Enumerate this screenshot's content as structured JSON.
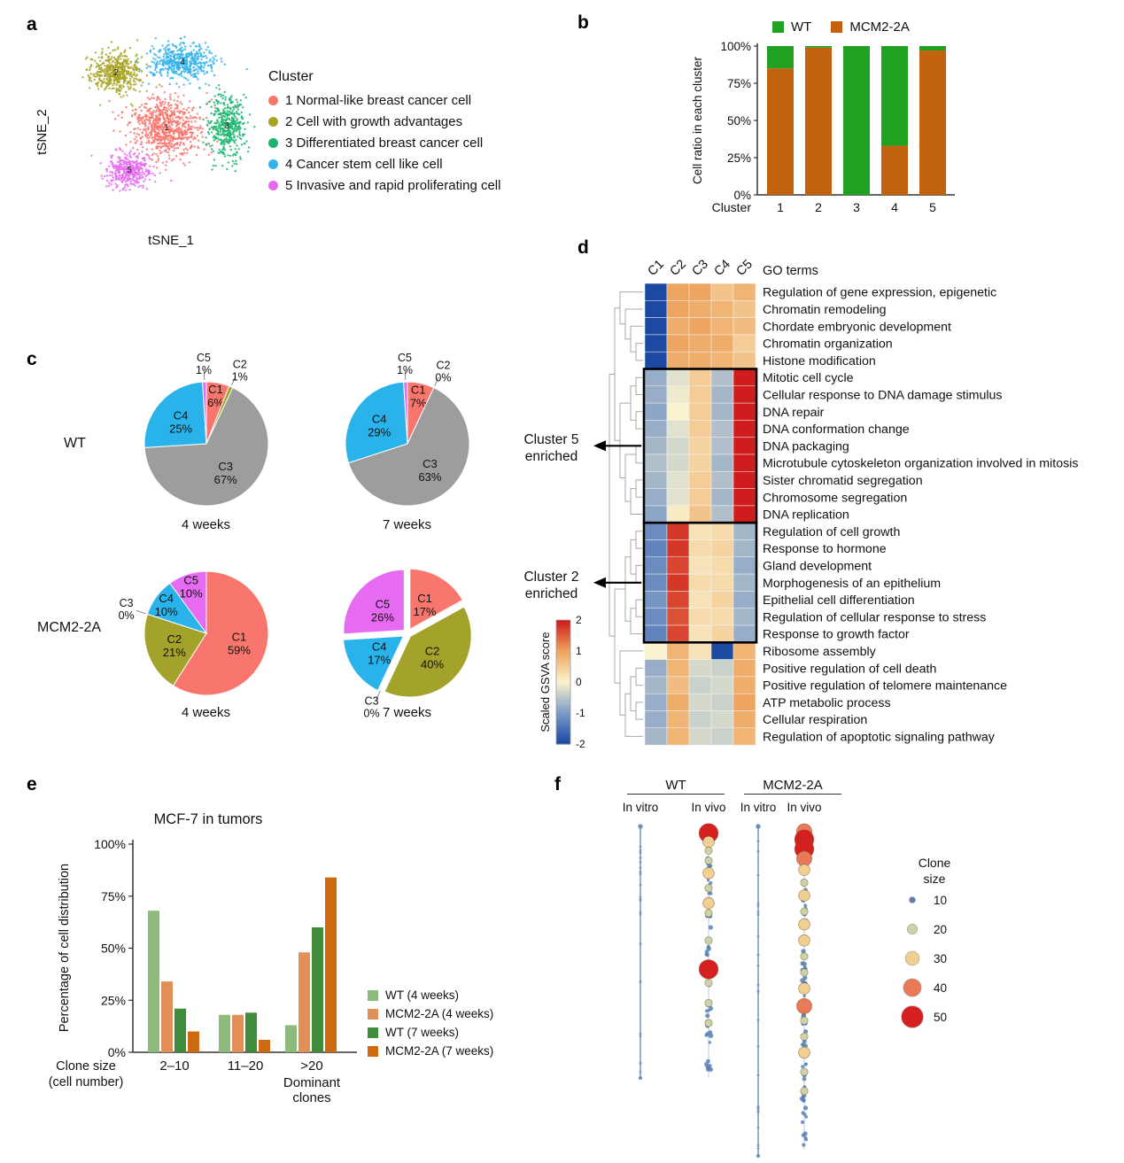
{
  "panels": {
    "a": {
      "label": "a",
      "xlabel": "tSNE_1",
      "ylabel": "tSNE_2",
      "legend_title": "Cluster"
    },
    "b": {
      "label": "b",
      "ylabel": "Cell ratio in each cluster",
      "xlabel": "Cluster"
    },
    "c": {
      "label": "c",
      "row1_label": "WT",
      "row2_label": "MCM2-2A"
    },
    "d": {
      "label": "d",
      "col_header": "GO terms",
      "annotation1": "Cluster 5\nenriched",
      "annotation2": "Cluster 2\nenriched",
      "colorbar_title": "Scaled  GSVA score"
    },
    "e": {
      "label": "e",
      "title": "MCF-7 in tumors",
      "ylabel": "Percentage of cell distribution"
    },
    "f": {
      "label": "f",
      "group1": "WT",
      "group2": "MCM2-2A",
      "sub_labels": [
        "In vitro",
        "In vivo",
        "In vitro",
        "In vivo"
      ],
      "legend_title": "Clone\nsize"
    }
  },
  "chart_data": [
    {
      "id": "tsne",
      "type": "scatter",
      "title": "",
      "xlabel": "tSNE_1",
      "ylabel": "tSNE_2",
      "legend_title": "Cluster",
      "clusters": [
        {
          "id": "1",
          "label": "1 Normal-like breast cancer cell",
          "color": "#F8766D",
          "cx": 150,
          "cy": 120,
          "sx": 40,
          "sy": 33,
          "n": 750
        },
        {
          "id": "2",
          "label": "2 Cell with growth advantages",
          "color": "#A8A325",
          "cx": 93,
          "cy": 58,
          "sx": 28,
          "sy": 22,
          "n": 480
        },
        {
          "id": "3",
          "label": "3 Differentiated breast cancer cell",
          "color": "#1DB56E",
          "cx": 218,
          "cy": 118,
          "sx": 20,
          "sy": 36,
          "n": 430
        },
        {
          "id": "4",
          "label": "4 Cancer stem cell like cell",
          "color": "#33B4EA",
          "cx": 168,
          "cy": 46,
          "sx": 38,
          "sy": 20,
          "n": 480
        },
        {
          "id": "5",
          "label": "5 Invasive and rapid proliferating cell",
          "color": "#E66BF2",
          "cx": 108,
          "cy": 168,
          "sx": 25,
          "sy": 19,
          "n": 380
        }
      ]
    },
    {
      "id": "cluster_ratio",
      "type": "stacked_bar",
      "ylabel": "Cell ratio in each cluster",
      "xlabel": "Cluster",
      "categories": [
        "1",
        "2",
        "3",
        "4",
        "5"
      ],
      "series": [
        {
          "name": "MCM2-2A",
          "color": "#C2620E",
          "values": [
            85,
            99,
            0,
            33,
            97
          ]
        },
        {
          "name": "WT",
          "color": "#21A121",
          "values": [
            15,
            1,
            100,
            67,
            3
          ]
        }
      ],
      "yticks": [
        "0%",
        "25%",
        "50%",
        "75%",
        "100%"
      ],
      "ylim": [
        0,
        100
      ]
    },
    {
      "id": "pies",
      "type": "pie",
      "slice_colors": {
        "C1": "#F8766D",
        "C2": "#A3A22A",
        "C3": "#9D9D9D",
        "C4": "#29B3EA",
        "C5": "#E66BF2"
      },
      "pies": [
        {
          "group": "WT",
          "caption": "4 weeks",
          "exploded": false,
          "slices": [
            {
              "name": "C1",
              "pct": 6
            },
            {
              "name": "C2",
              "pct": 1
            },
            {
              "name": "C3",
              "pct": 67
            },
            {
              "name": "C4",
              "pct": 25
            },
            {
              "name": "C5",
              "pct": 1
            }
          ]
        },
        {
          "group": "WT",
          "caption": "7 weeks",
          "exploded": false,
          "slices": [
            {
              "name": "C1",
              "pct": 7
            },
            {
              "name": "C2",
              "pct": 0
            },
            {
              "name": "C3",
              "pct": 63
            },
            {
              "name": "C4",
              "pct": 29
            },
            {
              "name": "C5",
              "pct": 1
            }
          ]
        },
        {
          "group": "MCM2-2A",
          "caption": "4 weeks",
          "exploded": false,
          "slices": [
            {
              "name": "C1",
              "pct": 59
            },
            {
              "name": "C2",
              "pct": 21
            },
            {
              "name": "C3",
              "pct": 0
            },
            {
              "name": "C4",
              "pct": 10
            },
            {
              "name": "C5",
              "pct": 10
            }
          ]
        },
        {
          "group": "MCM2-2A",
          "caption": "7 weeks",
          "exploded": true,
          "slices": [
            {
              "name": "C1",
              "pct": 17
            },
            {
              "name": "C2",
              "pct": 40
            },
            {
              "name": "C3",
              "pct": 0
            },
            {
              "name": "C4",
              "pct": 17
            },
            {
              "name": "C5",
              "pct": 26
            }
          ]
        }
      ]
    },
    {
      "id": "gsva",
      "type": "heatmap",
      "columns": [
        "C1",
        "C2",
        "C3",
        "C4",
        "C5"
      ],
      "col_header": "GO terms",
      "rows": [
        "Regulation of gene expression, epigenetic",
        "Chromatin remodeling",
        "Chordate embryonic development",
        "Chromatin organization",
        "Histone modification",
        "Mitotic cell cycle",
        "Cellular response to DNA damage stimulus",
        "DNA repair",
        "DNA conformation change",
        "DNA packaging",
        "Microtubule cytoskeleton organization involved in mitosis",
        "Sister chromatid segregation",
        "Chromosome segregation",
        "DNA replication",
        "Regulation of cell growth",
        "Response to hormone",
        "Gland development",
        "Morphogenesis of an epithelium",
        "Epithelial cell differentiation",
        "Regulation of cellular response to stress",
        "Response to growth factor",
        "Ribosome assembly",
        "Positive regulation of cell death",
        "Positive regulation of telomere maintenance",
        "ATP metabolic process",
        "Cellular respiration",
        "Regulation of apoptotic signaling pathway"
      ],
      "values": [
        [
          -2,
          1.0,
          1.0,
          0.6,
          0.8
        ],
        [
          -2,
          1.0,
          0.9,
          0.8,
          0.6
        ],
        [
          -2,
          0.9,
          1.0,
          0.8,
          0.7
        ],
        [
          -2,
          1.0,
          0.9,
          0.9,
          0.5
        ],
        [
          -2,
          0.9,
          0.9,
          0.8,
          0.6
        ],
        [
          -0.8,
          -0.2,
          0.5,
          -0.6,
          2
        ],
        [
          -0.8,
          -0.1,
          0.5,
          -0.7,
          2
        ],
        [
          -0.9,
          0.0,
          0.5,
          -0.7,
          2
        ],
        [
          -0.8,
          -0.2,
          0.5,
          -0.6,
          2
        ],
        [
          -0.7,
          -0.3,
          0.4,
          -0.6,
          2
        ],
        [
          -0.6,
          -0.3,
          0.4,
          -0.7,
          2
        ],
        [
          -0.7,
          -0.2,
          0.5,
          -0.6,
          2
        ],
        [
          -0.8,
          -0.2,
          0.5,
          -0.7,
          2
        ],
        [
          -0.9,
          0.1,
          0.6,
          -0.6,
          2
        ],
        [
          -1.2,
          1.8,
          0.2,
          0.3,
          -0.7
        ],
        [
          -1.3,
          1.8,
          0.3,
          0.4,
          -0.7
        ],
        [
          -1.2,
          1.7,
          0.2,
          0.3,
          -0.8
        ],
        [
          -1.2,
          1.8,
          0.3,
          0.3,
          -0.7
        ],
        [
          -1.1,
          1.7,
          0.2,
          0.4,
          -0.8
        ],
        [
          -1.2,
          1.6,
          0.3,
          0.3,
          -0.7
        ],
        [
          -1.3,
          1.7,
          0.2,
          0.4,
          -0.8
        ],
        [
          0.0,
          0.8,
          0.2,
          -2,
          0.8
        ],
        [
          -0.8,
          0.8,
          -0.3,
          -0.4,
          0.9
        ],
        [
          -0.7,
          0.7,
          -0.4,
          -0.3,
          0.9
        ],
        [
          -0.8,
          0.9,
          -0.3,
          -0.4,
          1.0
        ],
        [
          -0.8,
          0.8,
          -0.4,
          -0.3,
          0.9
        ],
        [
          -0.7,
          0.8,
          -0.3,
          -0.4,
          0.8
        ]
      ],
      "scale": {
        "min": -2,
        "max": 2,
        "ticks": [
          "2",
          "1",
          "0",
          "-1",
          "-2"
        ],
        "title": "Scaled  GSVA score"
      },
      "boxes": [
        {
          "from": 5,
          "to": 13,
          "label": "Cluster 5 enriched"
        },
        {
          "from": 14,
          "to": 20,
          "label": "Cluster 2 enriched"
        }
      ],
      "dendrogram": [
        [
          [
            0,
            [
              1,
              [
                2,
                [
                  3,
                  4
                ]
              ]
            ]
          ],
          [
            [
              [
                5,
                6
              ],
              [
                7,
                8
              ]
            ],
            [
              [
                9,
                10
              ],
              [
                [
                  11,
                  12
                ],
                13
              ]
            ]
          ]
        ],
        [
          [
            [
              [
                14,
                15
              ],
              [
                16,
                17
              ]
            ],
            [
              [
                18,
                19
              ],
              20
            ]
          ],
          [
            21,
            [
              [
                [
                  22,
                  23
                ],
                [
                  24,
                  25
                ]
              ],
              26
            ]
          ]
        ]
      ]
    },
    {
      "id": "clone_dist",
      "type": "bar",
      "title": "MCF-7 in tumors",
      "ylabel": "Percentage of cell distribution",
      "categories": [
        "2–10",
        "11–20",
        ">20"
      ],
      "series": [
        {
          "name": "WT (4 weeks)",
          "color": "#8CBB7B",
          "values": [
            68,
            18,
            13
          ]
        },
        {
          "name": "MCM2-2A (4 weeks)",
          "color": "#E09058",
          "values": [
            34,
            18,
            48
          ]
        },
        {
          "name": "WT (7 weeks)",
          "color": "#3F8C3A",
          "values": [
            21,
            19,
            60
          ]
        },
        {
          "name": "MCM2-2A (7 weeks)",
          "color": "#CE6A10",
          "values": [
            10,
            6,
            84
          ]
        }
      ],
      "yticks": [
        "0%",
        "25%",
        "50%",
        "75%",
        "100%"
      ],
      "ylim": [
        0,
        100
      ],
      "xlabel_lines": [
        "Clone size",
        "(cell number)"
      ],
      "dominant_lines": [
        "Dominant",
        "clones"
      ]
    },
    {
      "id": "clone_maps",
      "type": "strip_plot",
      "groups": [
        "WT",
        "MCM2-2A"
      ],
      "size_colors": {
        "10": "#5b81b4",
        "20": "#ccd3a4",
        "30": "#f1cf90",
        "40": "#ea7a57",
        "50": "#d62020"
      },
      "legend": {
        "title": "Clone size",
        "sizes": [
          "10",
          "20",
          "30",
          "40",
          "50"
        ]
      },
      "columns": [
        {
          "label": "In vitro",
          "kind": "line",
          "x": 63,
          "y0": 8,
          "y1": 292
        },
        {
          "label": "In vivo",
          "kind": "dots",
          "x": 140,
          "y0": 10,
          "y1": 292,
          "n_small": 60,
          "dots": [
            {
              "y": 0.02,
              "size": "50"
            },
            {
              "y": 0.055,
              "size": "30"
            },
            {
              "y": 0.09,
              "size": "20"
            },
            {
              "y": 0.13,
              "size": "20"
            },
            {
              "y": 0.18,
              "size": "30"
            },
            {
              "y": 0.24,
              "size": "20"
            },
            {
              "y": 0.3,
              "size": "30"
            },
            {
              "y": 0.34,
              "size": "20"
            },
            {
              "y": 0.45,
              "size": "20"
            },
            {
              "y": 0.565,
              "size": "50"
            },
            {
              "y": 0.62,
              "size": "20"
            },
            {
              "y": 0.7,
              "size": "20"
            },
            {
              "y": 0.78,
              "size": "20"
            }
          ]
        },
        {
          "label": "In vitro",
          "kind": "line",
          "x": 196,
          "y0": 8,
          "y1": 380
        },
        {
          "label": "In vivo",
          "kind": "dots",
          "x": 248,
          "y0": 10,
          "y1": 372,
          "n_small": 85,
          "dots": [
            {
              "y": 0.01,
              "size": "40"
            },
            {
              "y": 0.035,
              "size": "50"
            },
            {
              "y": 0.065,
              "size": "50"
            },
            {
              "y": 0.095,
              "size": "40"
            },
            {
              "y": 0.13,
              "size": "30"
            },
            {
              "y": 0.17,
              "size": "20"
            },
            {
              "y": 0.21,
              "size": "30"
            },
            {
              "y": 0.26,
              "size": "20"
            },
            {
              "y": 0.3,
              "size": "30"
            },
            {
              "y": 0.35,
              "size": "30"
            },
            {
              "y": 0.4,
              "size": "20"
            },
            {
              "y": 0.45,
              "size": "20"
            },
            {
              "y": 0.5,
              "size": "30"
            },
            {
              "y": 0.555,
              "size": "40"
            },
            {
              "y": 0.6,
              "size": "20"
            },
            {
              "y": 0.65,
              "size": "20"
            },
            {
              "y": 0.7,
              "size": "30"
            },
            {
              "y": 0.76,
              "size": "20"
            },
            {
              "y": 0.82,
              "size": "20"
            }
          ]
        }
      ]
    }
  ]
}
